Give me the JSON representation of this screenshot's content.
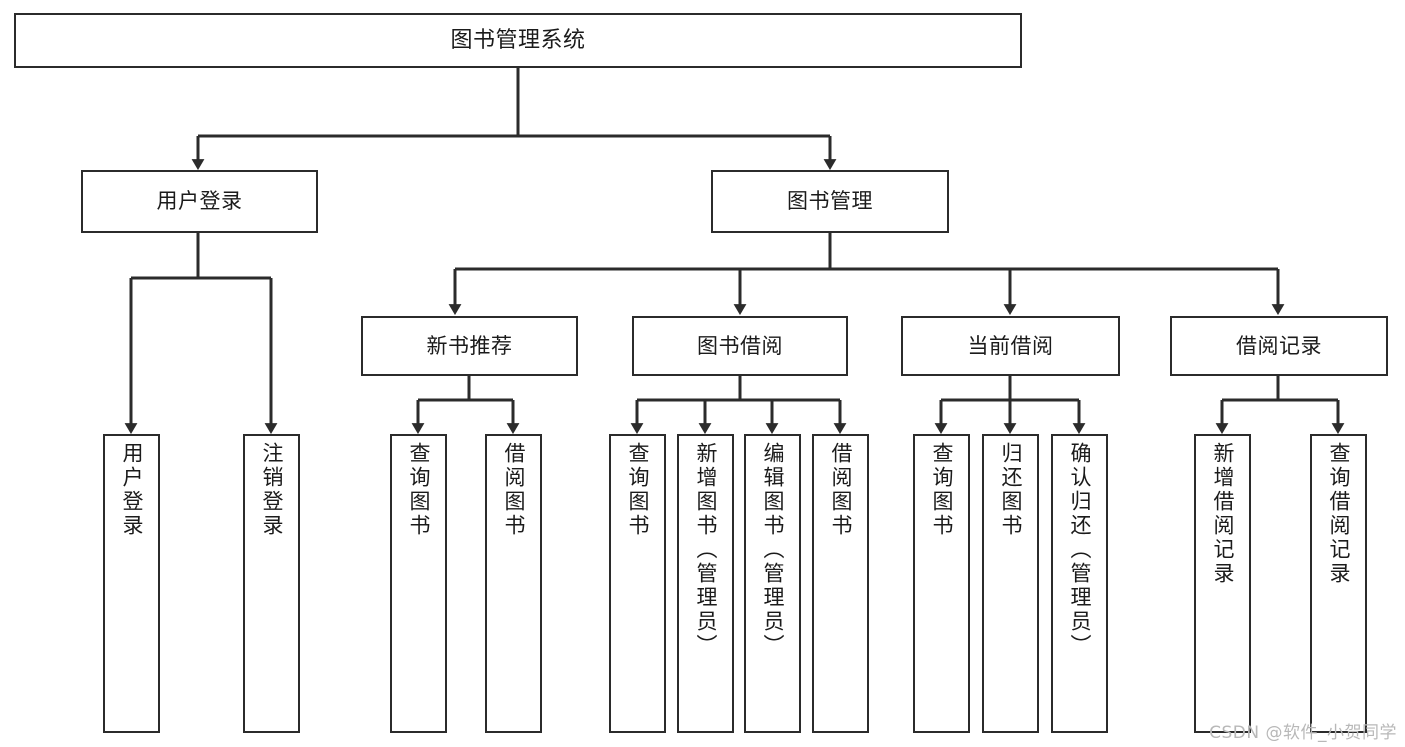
{
  "diagram": {
    "title": "图书管理系统",
    "watermark": "CSDN @软件_小贺同学",
    "colors": {
      "box_border": "#2b2b2b",
      "box_fill": "#ffffff",
      "connector": "#2b2b2b",
      "text": "#1b1b1b",
      "watermark": "#b8b8b8",
      "background": "#ffffff"
    },
    "root": {
      "label": "图书管理系统"
    },
    "level2": [
      {
        "label": "用户登录"
      },
      {
        "label": "图书管理"
      }
    ],
    "level3": [
      {
        "label": "新书推荐"
      },
      {
        "label": "图书借阅"
      },
      {
        "label": "当前借阅"
      },
      {
        "label": "借阅记录"
      }
    ],
    "leaves": {
      "user_login": [
        {
          "label": "用户登录"
        },
        {
          "label": "注销登录"
        }
      ],
      "new_book": [
        {
          "label": "查询图书"
        },
        {
          "label": "借阅图书"
        }
      ],
      "borrow_book": [
        {
          "label": "查询图书"
        },
        {
          "label": "新增图书（管理员）"
        },
        {
          "label": "编辑图书（管理员）"
        },
        {
          "label": "借阅图书"
        }
      ],
      "current_borrow": [
        {
          "label": "查询图书"
        },
        {
          "label": "归还图书"
        },
        {
          "label": "确认归还（管理员）"
        }
      ],
      "borrow_record": [
        {
          "label": "新增借阅记录"
        },
        {
          "label": "查询借阅记录"
        }
      ]
    }
  }
}
